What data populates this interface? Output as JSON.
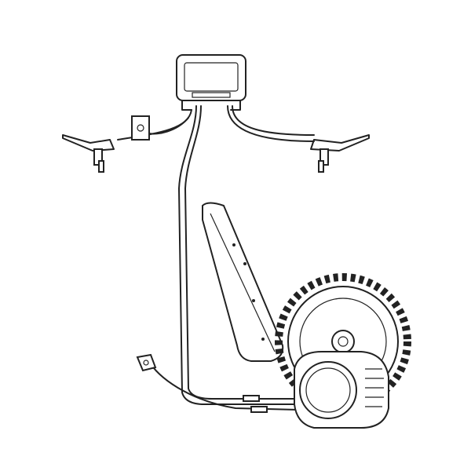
{
  "diagram": {
    "components": [
      "display",
      "left-brake-lever",
      "right-brake-lever",
      "control-switch",
      "battery",
      "mid-drive-motor",
      "chainring",
      "speed-sensor"
    ],
    "colors": {
      "line": "#222222",
      "background": "#ffffff"
    }
  }
}
